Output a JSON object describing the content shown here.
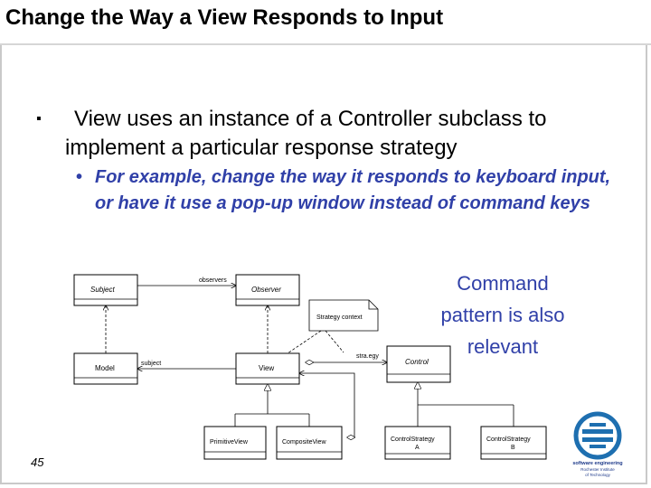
{
  "slide": {
    "title": "Change the Way a View Responds to Input",
    "bullet_main": "View uses an instance of a Controller subclass to implement a particular response strategy",
    "bullet_sub": "For example, change the way it responds to keyboard input, or have it use a pop-up window instead of command keys",
    "side_note": "Command pattern is also relevant",
    "page_number": "45"
  },
  "diagram": {
    "classes": {
      "subject": "Subject",
      "observer": "Observer",
      "model": "Model",
      "view": "View",
      "control": "Control",
      "primitive_view": "PrimitiveView",
      "composite_view": "CompositeView",
      "control_strategy_a_line1": "ControlStrategy",
      "control_strategy_a_line2": "A",
      "control_strategy_b_line1": "ControlStrategy",
      "control_strategy_b_line2": "B"
    },
    "note": "Strategy context",
    "labels": {
      "observers": "observers",
      "subject": "subject",
      "strategy": "stra.egy"
    }
  },
  "logo": {
    "text_line1": "software engineering",
    "text_line2": "Rochester Institute",
    "text_line3": "of Technology"
  },
  "colors": {
    "accent": "#3040a8",
    "logo_blue": "#1e6fb0"
  }
}
